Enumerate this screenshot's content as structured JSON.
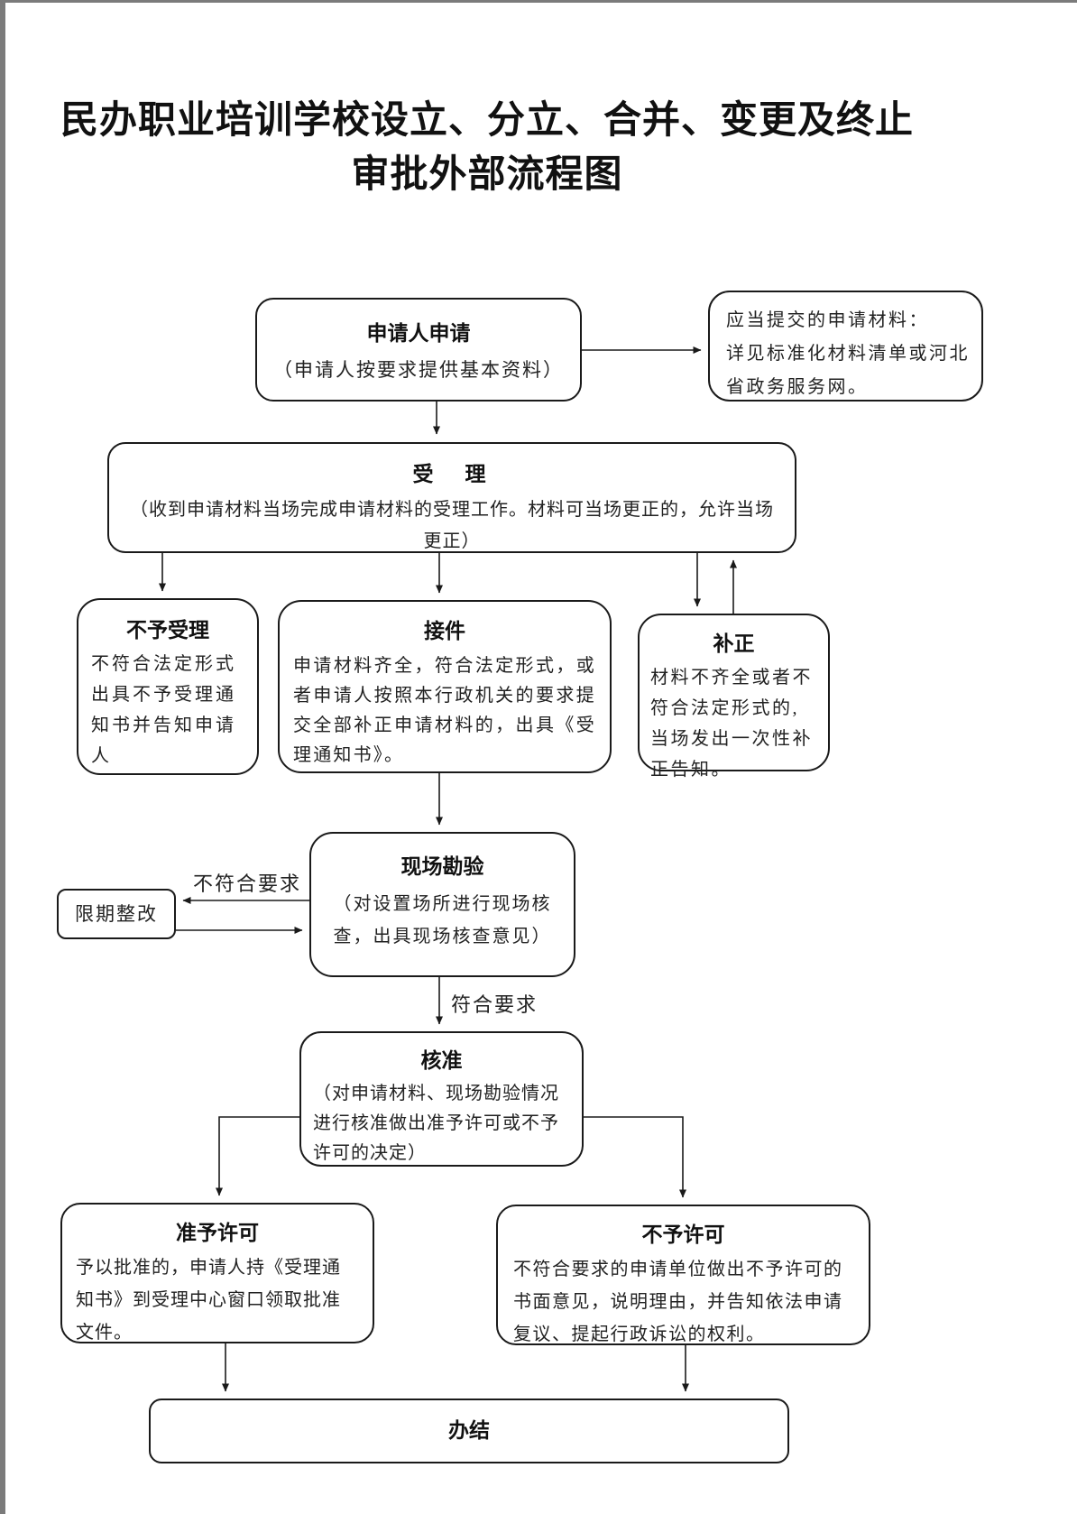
{
  "page": {
    "title_line1": "民办职业培训学校设立、分立、合并、变更及终止",
    "title_line2": "审批外部流程图"
  },
  "nodes": {
    "apply": {
      "title": "申请人申请",
      "body": "（申请人按要求提供基本资料）"
    },
    "materials": {
      "line1": "应当提交的申请材料：",
      "line2": "详见标准化材料清单或河北省政务服务网。"
    },
    "accept": {
      "title": "受　理",
      "body": "（收到申请材料当场完成申请材料的受理工作。材料可当场更正的，允许当场更正）"
    },
    "not_accept": {
      "title": "不予受理",
      "body": "不符合法定形式出具不予受理通知书并告知申请人"
    },
    "receive": {
      "title": "接件",
      "body": "申请材料齐全，符合法定形式，或者申请人按照本行政机关的要求提交全部补正申请材料的，出具《受理通知书》。"
    },
    "supplement": {
      "title": "补正",
      "body": "材料不齐全或者不符合法定形式的,当场发出一次性补正告知。"
    },
    "survey": {
      "title": "现场勘验",
      "body": "（对设置场所进行现场核查，出具现场核查意见）"
    },
    "rectify": {
      "label": "限期整改"
    },
    "check": {
      "title": "核准",
      "body": "（对申请材料、现场勘验情况进行核准做出准予许可或不予许可的决定）"
    },
    "grant": {
      "title": "准予许可",
      "body": "予以批准的，申请人持《受理通知书》到受理中心窗口领取批准文件。"
    },
    "deny": {
      "title": "不予许可",
      "body": "不符合要求的申请单位做出不予许可的书面意见，说明理由，并告知依法申请复议、提起行政诉讼的权利。"
    },
    "complete": {
      "title": "办结"
    }
  },
  "edge_labels": {
    "not_meet": "不符合要求",
    "meet": "符合要求"
  },
  "colors": {
    "line": "#1a1a1a",
    "scan_border": "#7b7b7b"
  }
}
